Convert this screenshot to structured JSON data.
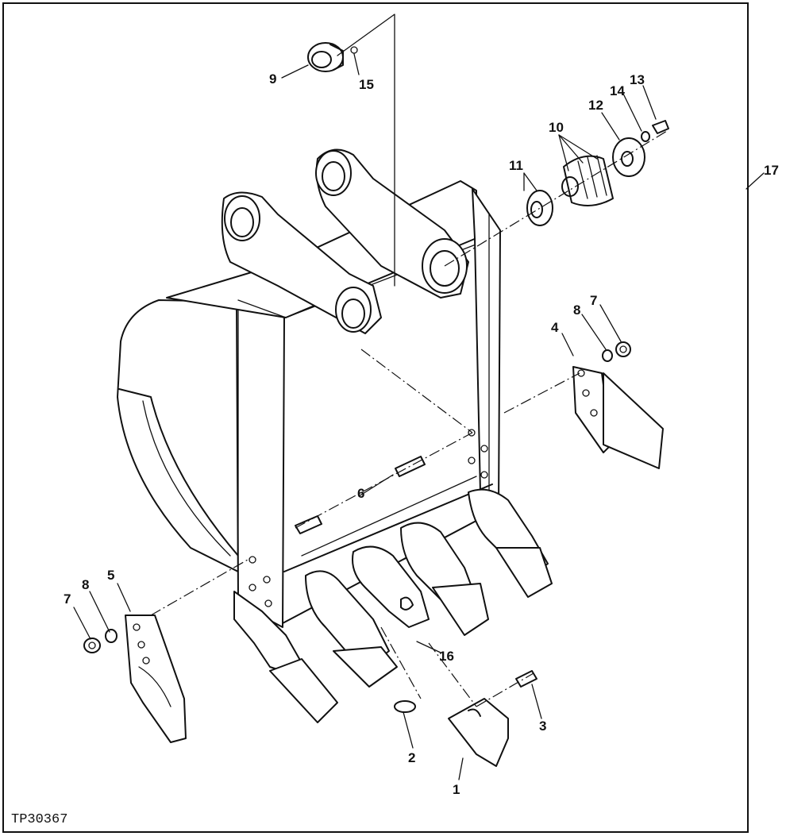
{
  "figure": {
    "reference_code": "TP30367"
  },
  "callouts": [
    {
      "id": "1",
      "text": "1"
    },
    {
      "id": "2",
      "text": "2"
    },
    {
      "id": "3",
      "text": "3"
    },
    {
      "id": "4",
      "text": "4"
    },
    {
      "id": "5",
      "text": "5"
    },
    {
      "id": "6",
      "text": "6"
    },
    {
      "id": "7a",
      "text": "7"
    },
    {
      "id": "7b",
      "text": "7"
    },
    {
      "id": "8a",
      "text": "8"
    },
    {
      "id": "8b",
      "text": "8"
    },
    {
      "id": "9",
      "text": "9"
    },
    {
      "id": "10",
      "text": "10"
    },
    {
      "id": "11",
      "text": "11"
    },
    {
      "id": "12",
      "text": "12"
    },
    {
      "id": "13",
      "text": "13"
    },
    {
      "id": "14",
      "text": "14"
    },
    {
      "id": "15",
      "text": "15"
    },
    {
      "id": "16",
      "text": "16"
    },
    {
      "id": "17",
      "text": "17"
    }
  ]
}
